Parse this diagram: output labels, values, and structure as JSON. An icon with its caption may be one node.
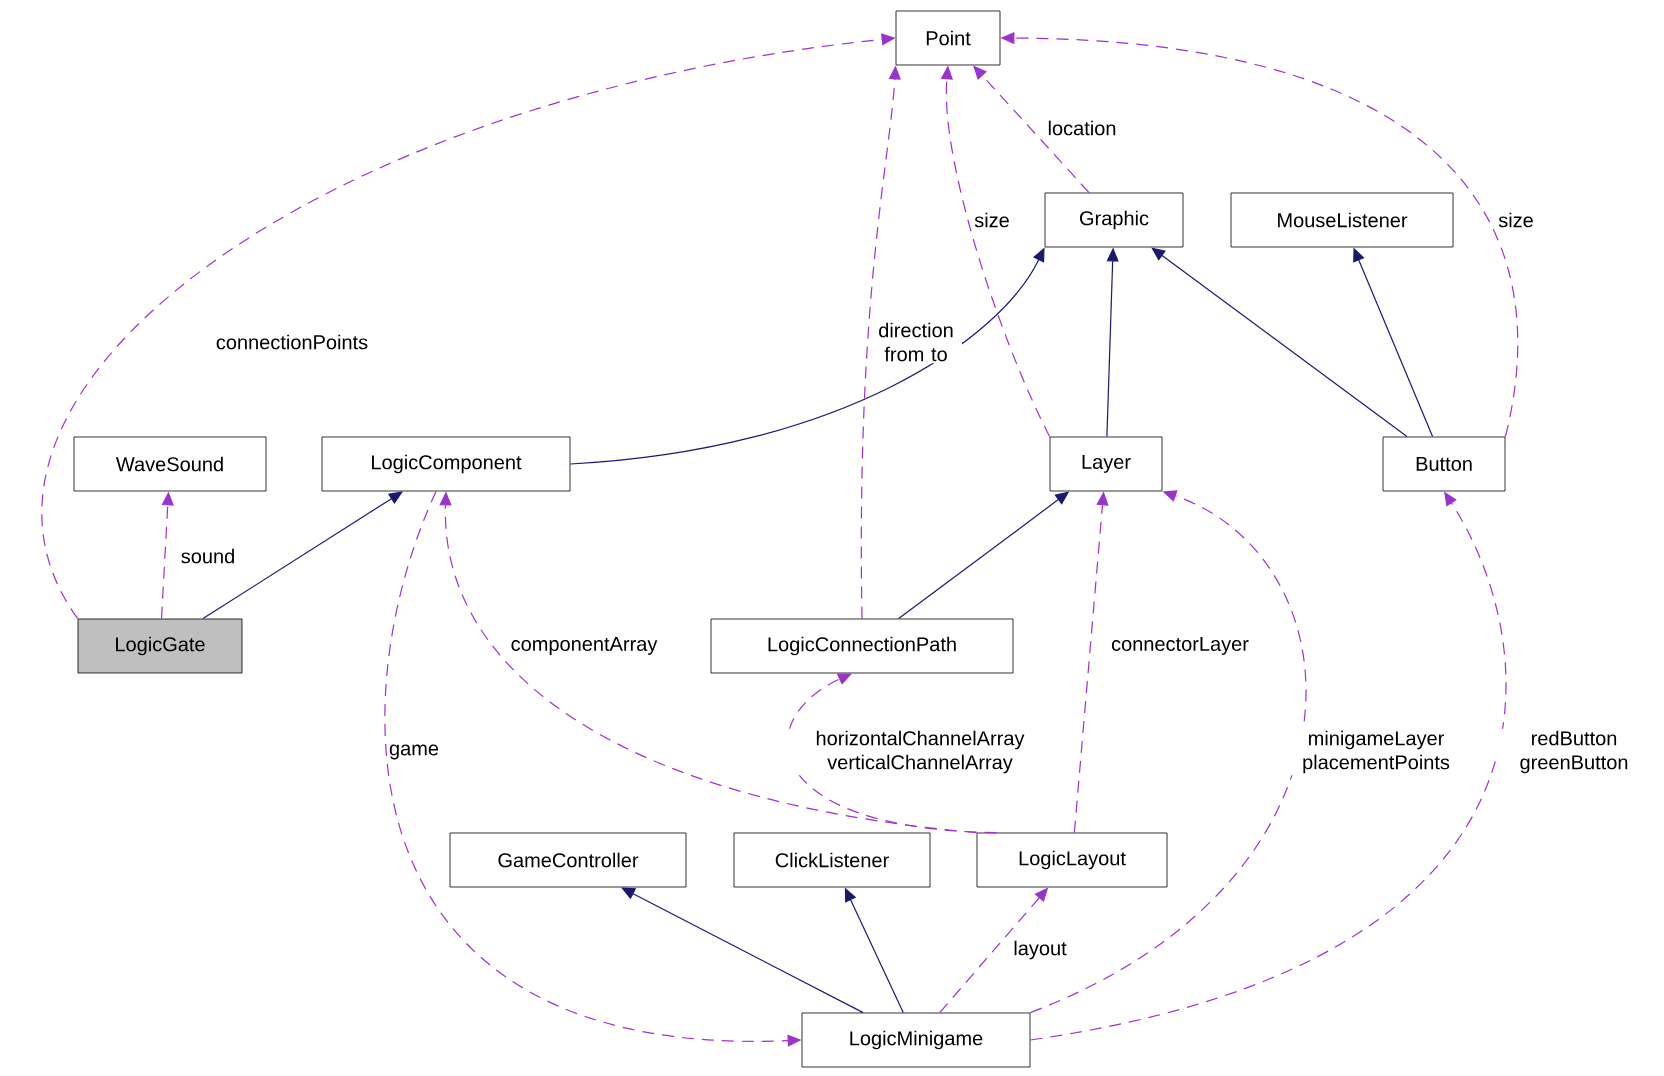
{
  "diagram": {
    "nodes": [
      {
        "text": [
          "Point"
        ]
      },
      {
        "text": [
          "Graphic"
        ]
      },
      {
        "text": [
          "MouseListener"
        ]
      },
      {
        "text": [
          "WaveSound"
        ]
      },
      {
        "text": [
          "LogicComponent"
        ]
      },
      {
        "text": [
          "Layer"
        ]
      },
      {
        "text": [
          "Button"
        ]
      },
      {
        "text": [
          "LogicGate"
        ]
      },
      {
        "text": [
          "LogicConnectionPath"
        ]
      },
      {
        "text": [
          "GameController"
        ]
      },
      {
        "text": [
          "ClickListener"
        ]
      },
      {
        "text": [
          "LogicLayout"
        ]
      },
      {
        "text": [
          "LogicMinigame"
        ]
      }
    ],
    "edges": [
      {
        "from": 7,
        "to": 4,
        "arrow": "to",
        "color": "#191970"
      },
      {
        "from": 4,
        "to": 1,
        "arrow": "to",
        "color": "#191970"
      },
      {
        "from": 5,
        "to": 1,
        "arrow": "to",
        "color": "#191970"
      },
      {
        "from": 6,
        "to": 1,
        "arrow": "to",
        "color": "#191970"
      },
      {
        "from": 6,
        "to": 2,
        "arrow": "to",
        "color": "#191970"
      },
      {
        "from": 8,
        "to": 5,
        "arrow": "to",
        "color": "#191970"
      },
      {
        "from": 12,
        "to": 9,
        "arrow": "to",
        "color": "#191970"
      },
      {
        "from": 12,
        "to": 10,
        "arrow": "to",
        "color": "#191970"
      },
      {
        "from": 7,
        "to": 0,
        "arrow": "to",
        "label": "connectionPoints",
        "style": "dashed"
      },
      {
        "from": 7,
        "to": 3,
        "arrow": "to",
        "label": "sound",
        "style": "dashed"
      },
      {
        "from": 1,
        "to": 0,
        "arrow": "to",
        "label": "location",
        "style": "dashed"
      },
      {
        "from": 5,
        "to": 0,
        "arrow": "to",
        "label": "size",
        "style": "dashed"
      },
      {
        "from": 8,
        "to": 0,
        "arrow": "to",
        "label": "direction from to",
        "style": "dashed"
      },
      {
        "from": 6,
        "to": 0,
        "arrow": "to",
        "label": "size",
        "style": "dashed"
      },
      {
        "from": 4,
        "to": 12,
        "arrow": "to",
        "label": "game",
        "style": "dashed"
      },
      {
        "from": 11,
        "to": 4,
        "arrow": "to",
        "label": "componentArray",
        "style": "dashed"
      },
      {
        "from": 11,
        "to": 8,
        "arrow": "to",
        "label": "horizontalChannelArray verticalChannelArray",
        "style": "dashed"
      },
      {
        "from": 11,
        "to": 5,
        "arrow": "to",
        "label": "connectorLayer",
        "style": "dashed"
      },
      {
        "from": 12,
        "to": 5,
        "arrow": "to",
        "label": "minigameLayer placementPoints",
        "style": "dashed"
      },
      {
        "from": 12,
        "to": 11,
        "arrow": "to",
        "label": "layout",
        "style": "dashed"
      },
      {
        "from": 12,
        "to": 6,
        "arrow": "to",
        "label": "redButton greenButton",
        "style": "dashed"
      }
    ]
  }
}
